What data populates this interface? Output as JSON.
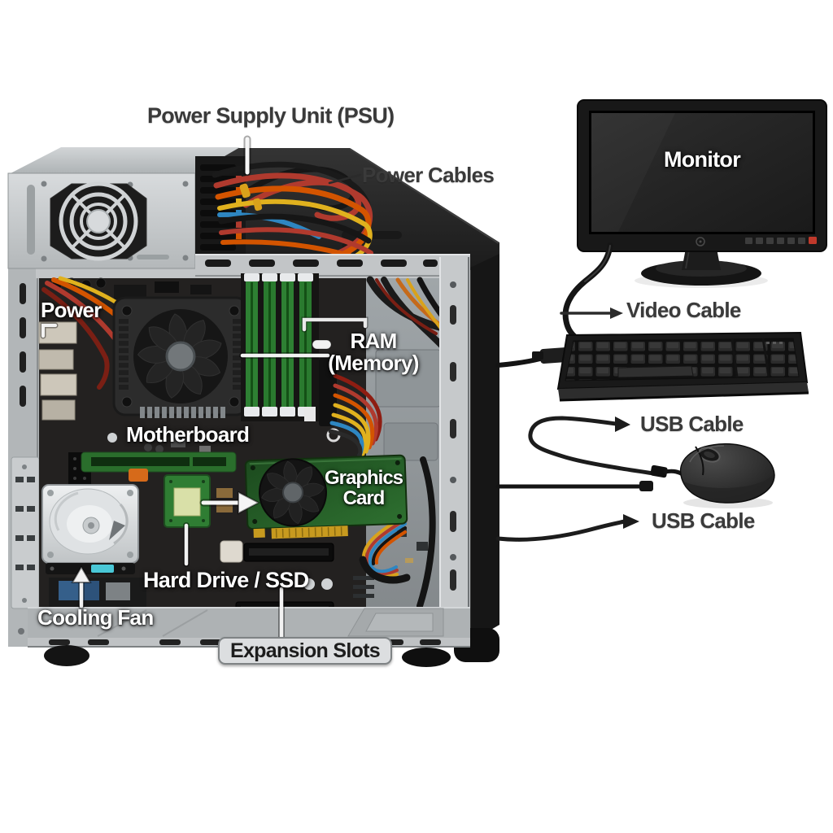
{
  "labels": {
    "psu": "Power Supply Unit (PSU)",
    "power_cables": "Power Cables",
    "power": "Power",
    "ram": {
      "line1": "RAM",
      "line2": "(Memory)"
    },
    "motherboard": "Motherboard",
    "graphics_card": {
      "line1": "Graphics",
      "line2": "Card"
    },
    "hard_drive": "Hard Drive / SSD",
    "cooling_fan": "Cooling Fan",
    "expansion_slots": "Expansion Slots",
    "monitor": "Monitor",
    "video_cable": "Video Cable",
    "usb_cable_top": "USB Cable",
    "usb_cable_bottom": "USB Cable"
  },
  "colors": {
    "label_dark": "#3a3a3a",
    "label_light": "#ffffff",
    "cable_red": "#b03a2e",
    "cable_orange": "#d35400",
    "cable_yellow": "#e0b11e",
    "cable_blue": "#2e86c1",
    "pcb_green": "#2e7030",
    "metal_light": "#c6c9cb",
    "case_black": "#1a1a1a",
    "hdd_accent_teal": "#49c7d6",
    "monitor_power_button_red": "#c0392b"
  }
}
